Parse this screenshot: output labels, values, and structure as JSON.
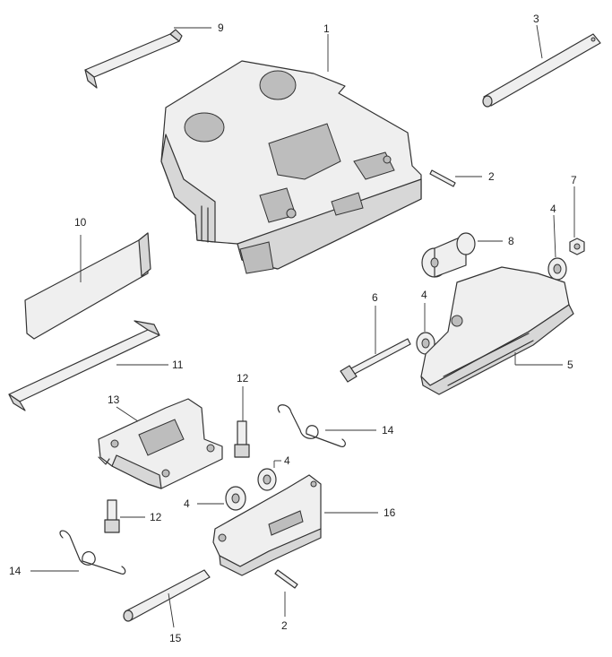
{
  "callouts": {
    "c1": "1",
    "c2a": "2",
    "c2b": "2",
    "c3": "3",
    "c4a": "4",
    "c4b": "4",
    "c4c": "4",
    "c4d": "4",
    "c5": "5",
    "c6": "6",
    "c7": "7",
    "c8": "8",
    "c9": "9",
    "c10": "10",
    "c11": "11",
    "c12a": "12",
    "c12b": "12",
    "c13": "13",
    "c14a": "14",
    "c14b": "14",
    "c15": "15",
    "c16": "16"
  }
}
